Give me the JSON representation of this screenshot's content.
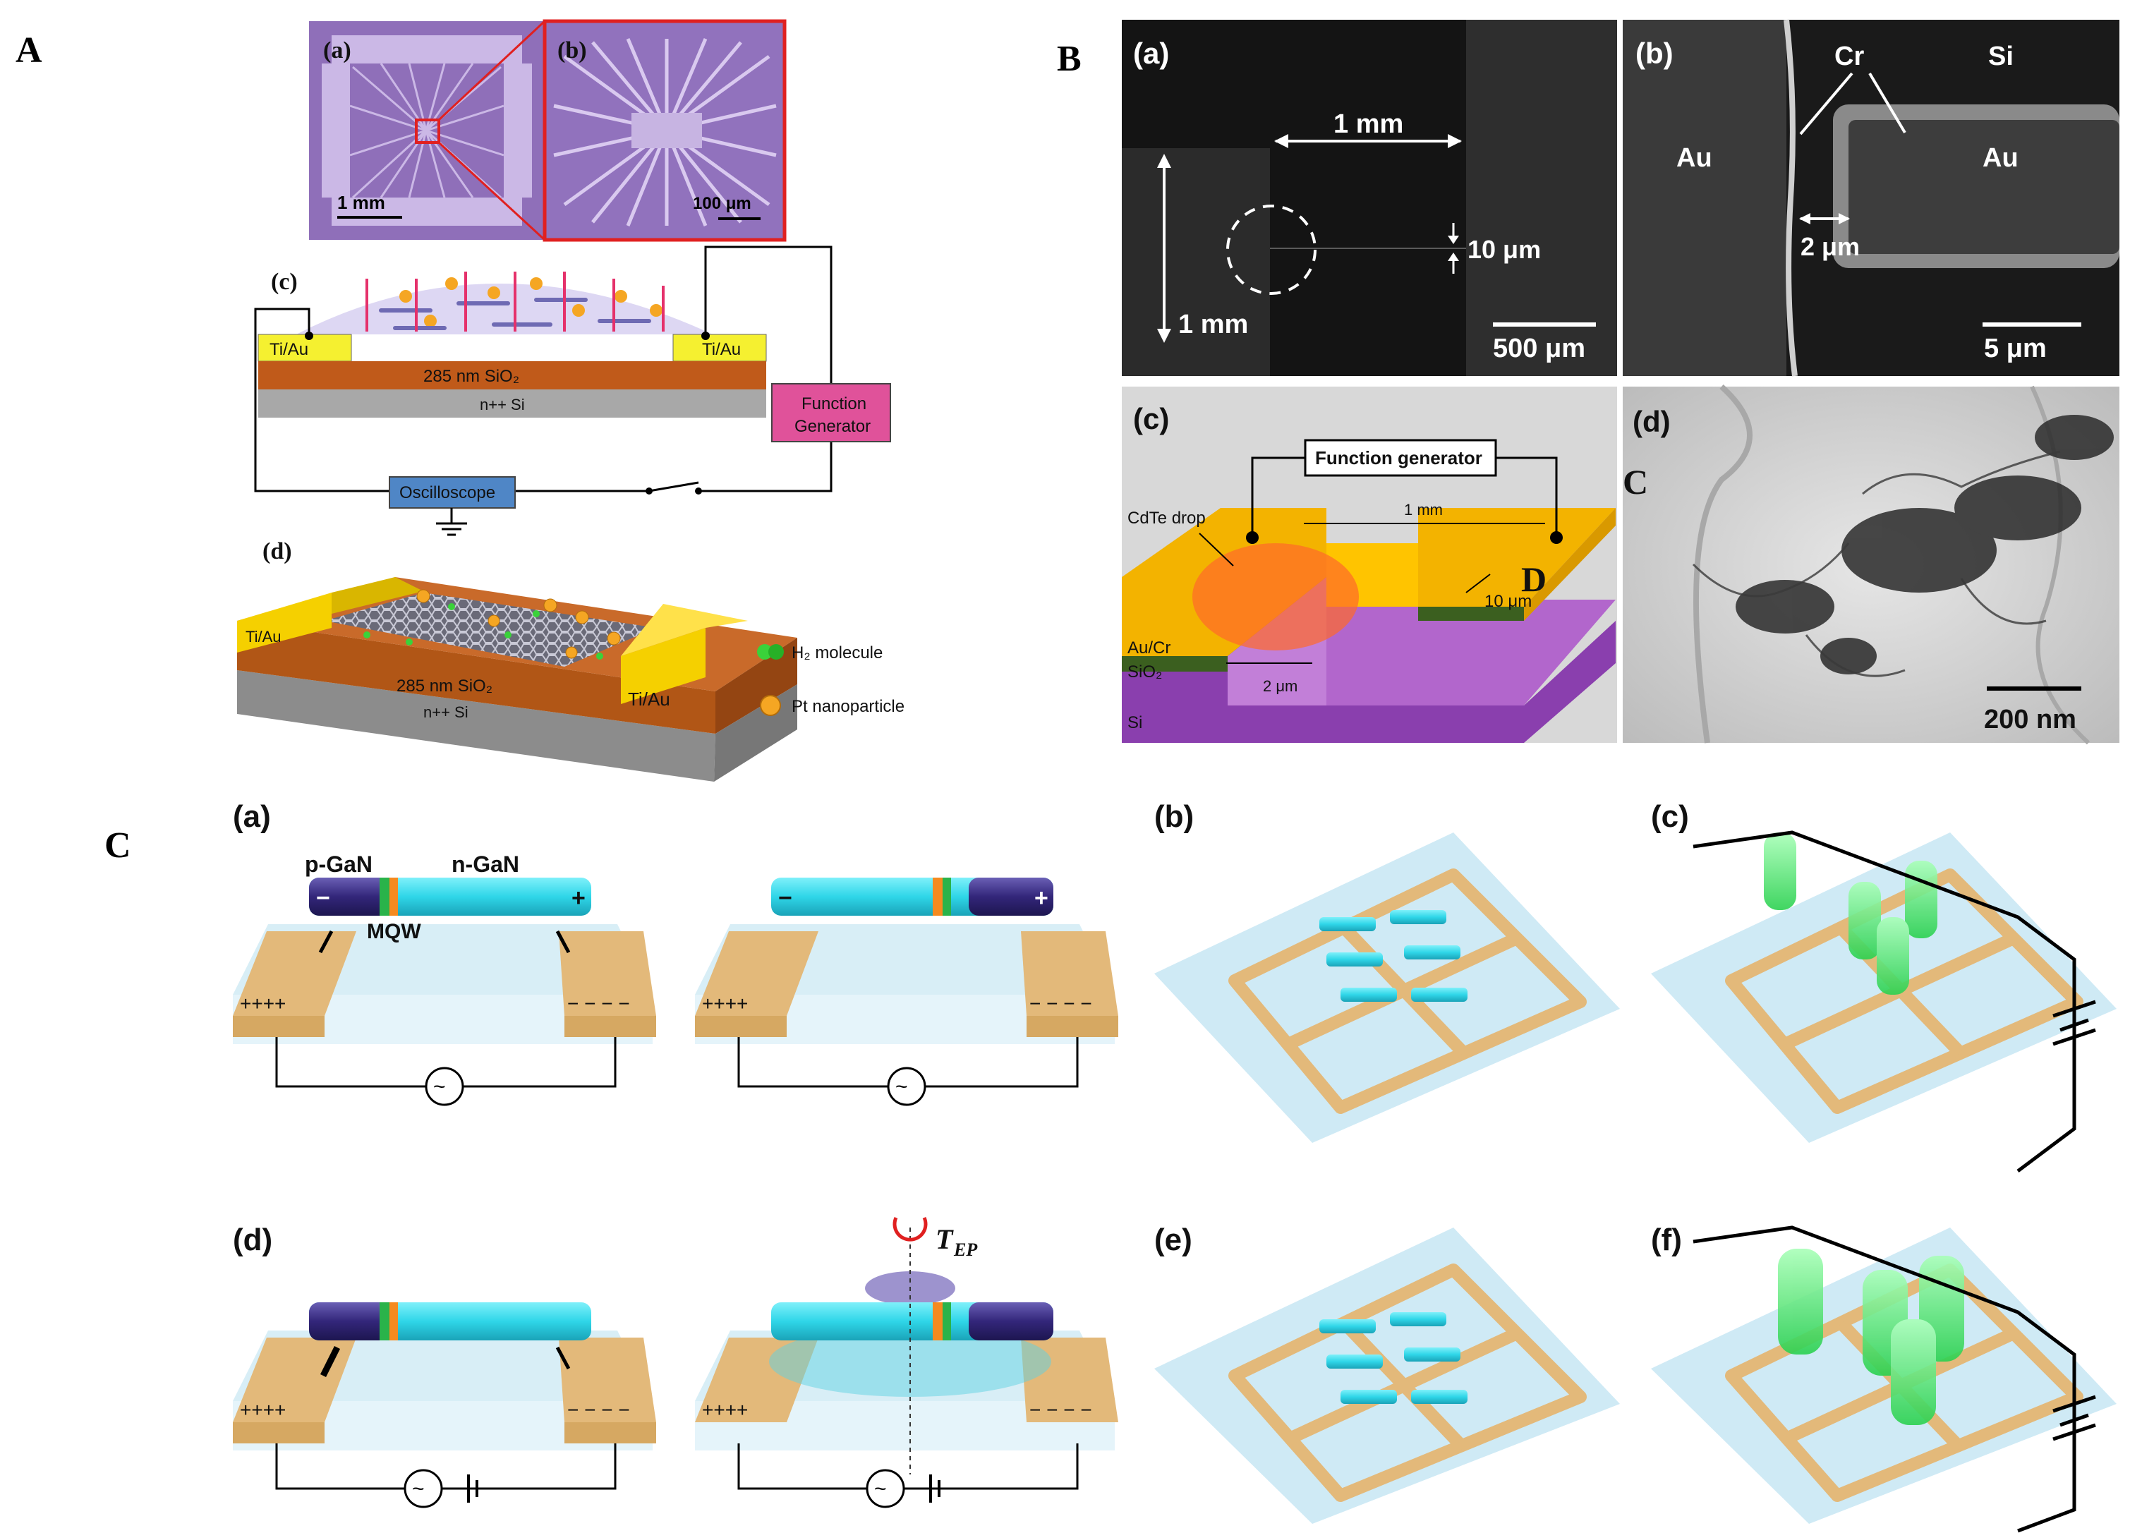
{
  "panel_labels": {
    "A": "A",
    "B": "B",
    "C": "C"
  },
  "A": {
    "a": {
      "label": "(a)",
      "scale": "1 mm"
    },
    "b": {
      "label": "(b)",
      "scale": "100 μm"
    },
    "c": {
      "label": "(c)",
      "left_contact": "Ti/Au",
      "right_contact": "Ti/Au",
      "oxide": "285 nm SiO₂",
      "substrate": "n++ Si",
      "function_generator": [
        "Function",
        "Generator"
      ],
      "oscilloscope": "Oscilloscope"
    },
    "d": {
      "label": "(d)",
      "left_contact": "Ti/Au",
      "right_contact": "Ti/Au",
      "oxide": "285 nm SiO₂",
      "substrate": "n++ Si",
      "legend_h2": "H₂ molecule",
      "legend_pt": "Pt nanoparticle"
    }
  },
  "B": {
    "a": {
      "label": "(a)",
      "width": "1 mm",
      "height": "1 mm",
      "gap": "10 μm",
      "scale": "500 μm"
    },
    "b": {
      "label": "(b)",
      "cr": "Cr",
      "si": "Si",
      "au_left": "Au",
      "au_right": "Au",
      "gap": "2 μm",
      "scale": "5 μm"
    },
    "c": {
      "label": "(c)",
      "function_generator": "Function generator",
      "cdte": "CdTe drop",
      "width": "1 mm",
      "depth": "10 μm",
      "gap": "2 μm",
      "au_cr": "Au/Cr",
      "sio2": "SiO₂",
      "si": "Si",
      "marker": "D"
    },
    "d": {
      "label": "(d)",
      "marker": "C",
      "scale": "200 nm"
    }
  },
  "C": {
    "a": {
      "label": "(a)",
      "p_gan": "p-GaN",
      "n_gan": "n-GaN",
      "mqw": "MQW"
    },
    "b": {
      "label": "(b)"
    },
    "c": {
      "label": "(c)"
    },
    "d": {
      "label": "(d)",
      "torque": "T",
      "torque_sub": "EP"
    },
    "e": {
      "label": "(e)"
    },
    "f": {
      "label": "(f)"
    }
  },
  "colors": {
    "micrograph_purple": "#8f6fb9",
    "gold": "#f2c300",
    "oxide": "#c05a1a",
    "silicon": "#a8a8a8",
    "function_gen": "#e0529a",
    "oscilloscope": "#4f86c6",
    "sem_dark": "#141414",
    "nanowire_cyan": "#2fd6e8",
    "nanowire_navy": "#33267a",
    "electrode_tan": "#e3b97a",
    "substrate_blue": "#cfeaf5",
    "led_green": "#46e06a"
  }
}
